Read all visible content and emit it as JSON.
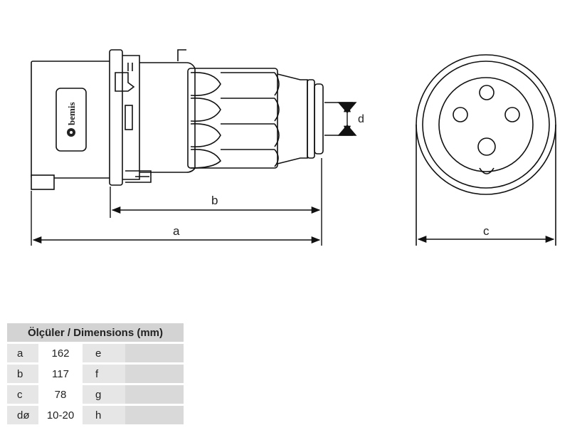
{
  "drawing": {
    "brand": "bemis",
    "labels": {
      "a": "a",
      "b": "b",
      "c": "c",
      "d": "d"
    }
  },
  "table": {
    "title": "Ölçüler / Dimensions (mm)",
    "rows": [
      {
        "key": "a",
        "value": "162",
        "key2": "e",
        "value2": ""
      },
      {
        "key": "b",
        "value": "117",
        "key2": "f",
        "value2": ""
      },
      {
        "key": "c",
        "value": "78",
        "key2": "g",
        "value2": ""
      },
      {
        "key": "dø",
        "value": "10-20",
        "key2": "h",
        "value2": ""
      }
    ]
  }
}
